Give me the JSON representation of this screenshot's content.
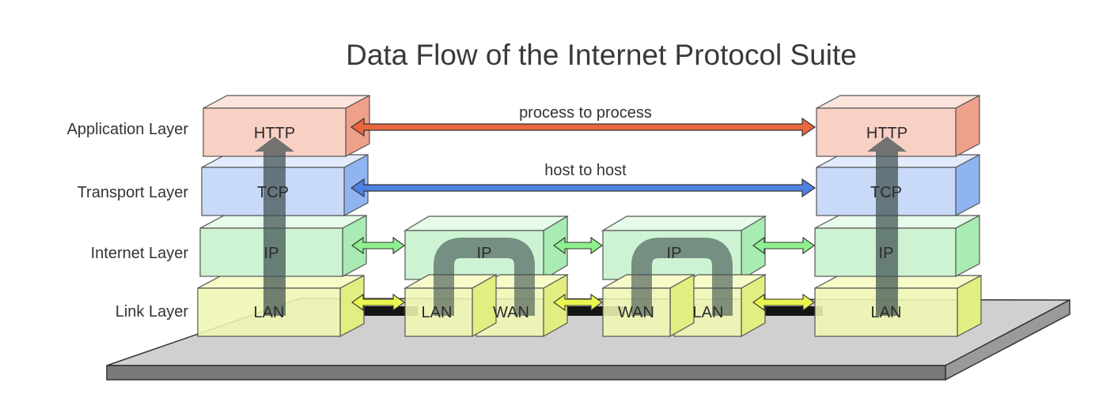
{
  "title": "Data Flow of the Internet Protocol Suite",
  "layers": {
    "application": "Application Layer",
    "transport": "Transport Layer",
    "internet": "Internet Layer",
    "link": "Link Layer"
  },
  "protocols": {
    "http": "HTTP",
    "tcp": "TCP",
    "ip": "IP",
    "lan": "LAN",
    "wan": "WAN"
  },
  "connections": {
    "process_to_process": "process to process",
    "host_to_host": "host to host"
  },
  "colors": {
    "application": "#f8d0c4",
    "transport": "#c9d9f8",
    "internet": "#cdf3d3",
    "link": "#f0f7b2",
    "process_arrow": "#e8673f",
    "host_arrow": "#4d82e0",
    "internet_arrow": "#8ef08e",
    "link_arrow": "#eaf550",
    "platform": "#cfcfcf",
    "flow": "#4a5a5a"
  }
}
